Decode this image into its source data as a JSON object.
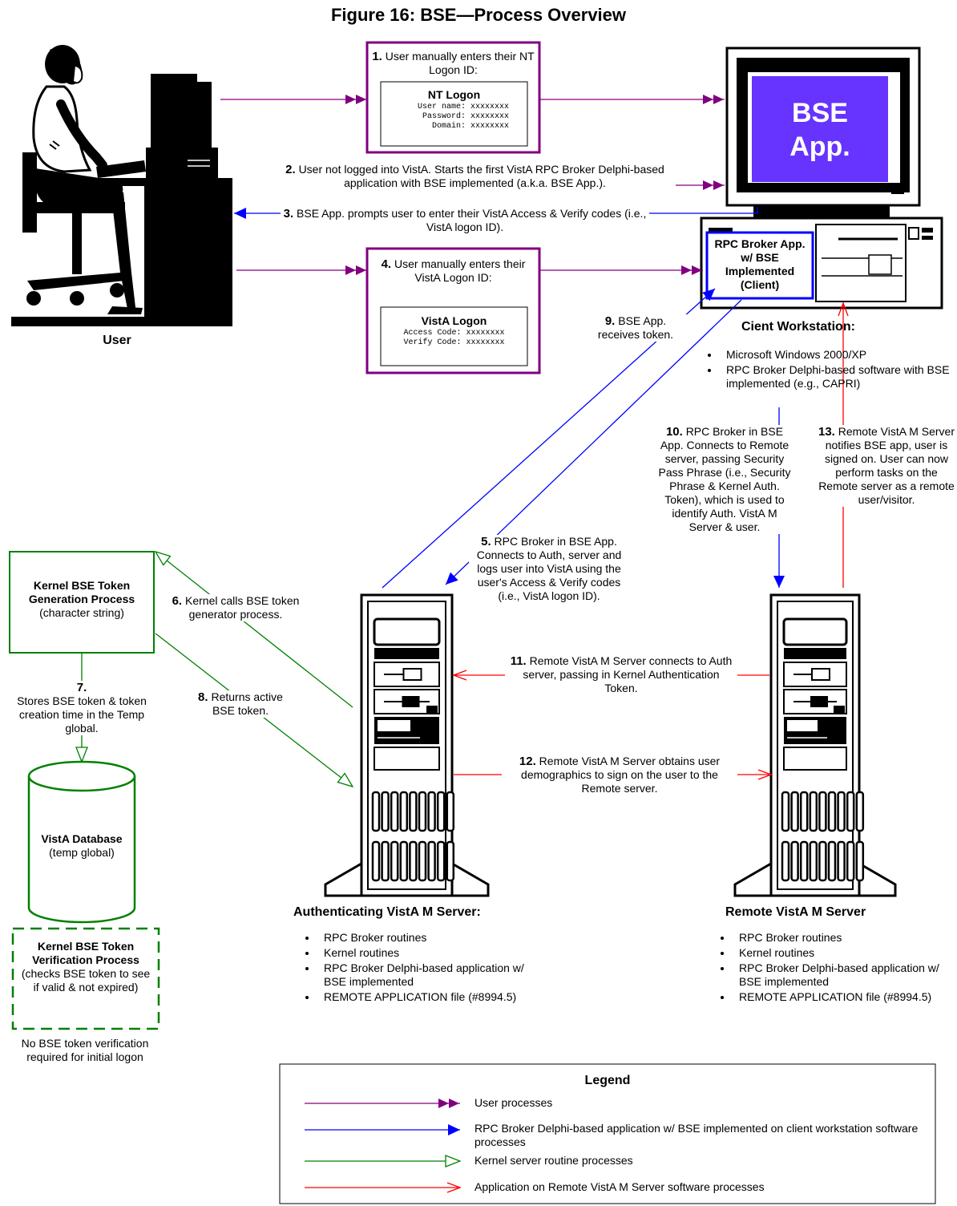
{
  "title": "Figure 16: BSE—Process Overview",
  "user_label": "User",
  "steps": {
    "s1": {
      "num": "1.",
      "text": "User manually enters their NT Logon ID:"
    },
    "s2": {
      "num": "2.",
      "text": "User not logged into VistA. Starts the first VistA RPC Broker Delphi-based application with BSE implemented (a.k.a. BSE App.)."
    },
    "s3": {
      "num": "3.",
      "text": "BSE App. prompts user to enter their VistA Access & Verify codes (i.e., VistA logon ID)."
    },
    "s4": {
      "num": "4.",
      "text": "User manually enters their VistA Logon ID:"
    },
    "s5": {
      "num": "5.",
      "text": "RPC Broker in BSE App. Connects to Auth, server and logs user into VistA using the user's Access & Verify codes (i.e., VistA logon ID)."
    },
    "s6": {
      "num": "6.",
      "text": "Kernel  calls BSE token generator process."
    },
    "s7": {
      "num": "7.",
      "text": "Stores BSE token & token creation time in the Temp global."
    },
    "s8": {
      "num": "8.",
      "text": "Returns active BSE token."
    },
    "s9": {
      "num": "9.",
      "text": "BSE App. receives token."
    },
    "s10": {
      "num": "10.",
      "text": "RPC Broker in BSE App. Connects to Remote server, passing Security Pass Phrase (i.e., Security Phrase & Kernel Auth. Token), which is used to identify Auth. VistA M Server & user."
    },
    "s11": {
      "num": "11.",
      "text": "Remote VistA M Server connects to Auth server, passing in Kernel Authentication Token."
    },
    "s12": {
      "num": "12.",
      "text": "Remote VistA M Server obtains user demographics to sign on the user to the Remote server."
    },
    "s13": {
      "num": "13.",
      "text": "Remote VistA M Server notifies BSE app, user is signed on. User can now perform tasks on the Remote server as a remote user/visitor."
    }
  },
  "nt_logon": {
    "title": "NT Logon",
    "lines": [
      "User name: xxxxxxxx",
      "Password: xxxxxxxx",
      "Domain: xxxxxxxx"
    ]
  },
  "vista_logon": {
    "title": "VistA Logon",
    "lines": [
      "Access Code: xxxxxxxx",
      "Verify Code: xxxxxxxx"
    ]
  },
  "monitor_text": [
    "BSE",
    "App."
  ],
  "rpc_box": "RPC Broker App. w/ BSE Implemented (Client)",
  "client": {
    "title": "Cient Workstation:",
    "items": [
      "Microsoft Windows 2000/XP",
      "RPC Broker Delphi-based software with BSE implemented (e.g., CAPRI)"
    ]
  },
  "kernel_gen": {
    "title": "Kernel BSE Token Generation Process",
    "sub": "(character string)"
  },
  "vista_db": {
    "title": "VistA Database",
    "sub": "(temp global)"
  },
  "kernel_verify": {
    "title": "Kernel BSE Token Verification Process",
    "sub": "(checks BSE token to see if valid & not expired)"
  },
  "no_verify_note": "No BSE token verification required for initial logon",
  "auth_server": {
    "title": "Authenticating VistA M Server:",
    "items": [
      "RPC Broker routines",
      "Kernel routines",
      "RPC Broker Delphi-based application w/ BSE implemented",
      "REMOTE APPLICATION file (#8994.5)"
    ]
  },
  "remote_server": {
    "title": "Remote VistA M Server",
    "items": [
      "RPC Broker routines",
      "Kernel routines",
      "RPC Broker Delphi-based application w/ BSE implemented",
      "REMOTE APPLICATION file (#8994.5)"
    ]
  },
  "legend": {
    "title": "Legend",
    "items": [
      {
        "label": "User processes",
        "color": "#800080"
      },
      {
        "label": "RPC Broker Delphi-based application w/ BSE implemented on client workstation software processes",
        "color": "#0000ff"
      },
      {
        "label": "Kernel server routine processes",
        "color": "#008000"
      },
      {
        "label": "Application on Remote VistA M Server software processes",
        "color": "#ff0000"
      }
    ]
  },
  "colors": {
    "user": "#800080",
    "client": "#0000ff",
    "kernel": "#008000",
    "remote": "#ff0000",
    "screen": "#6633ff"
  }
}
